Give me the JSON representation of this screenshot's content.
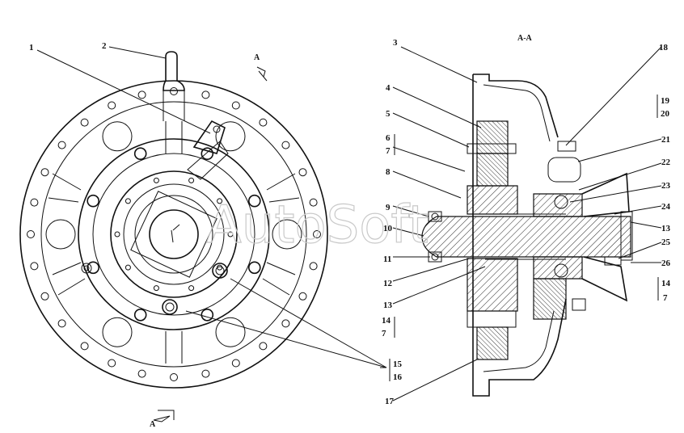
{
  "section_title": "А-А",
  "section_mark": "А",
  "watermark": "AutoSoft",
  "labels": {
    "l1": "1",
    "l2": "2",
    "l3": "3",
    "l4": "4",
    "l5": "5",
    "l6": "6",
    "l7a": "7",
    "l8": "8",
    "l9": "9",
    "l10": "10",
    "l11": "11",
    "l12": "12",
    "l13a": "13",
    "l14a": "14",
    "l7b": "7",
    "l15": "15",
    "l16": "16",
    "l17": "17",
    "l18": "18",
    "l19": "19",
    "l20": "20",
    "l21": "21",
    "l22": "22",
    "l23": "23",
    "l24": "24",
    "l13b": "13",
    "l25": "25",
    "l26": "26",
    "l14b": "14",
    "l7c": "7"
  }
}
